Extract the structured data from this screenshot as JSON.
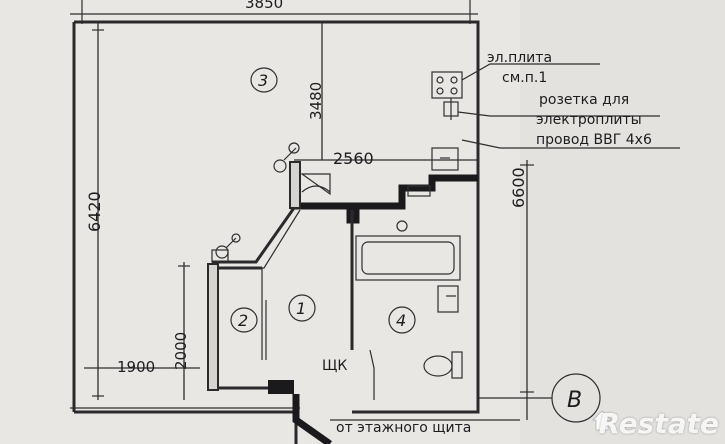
{
  "dimensions": {
    "top_width": "3850",
    "left_height": "6420",
    "kitchen_height": "3480",
    "kitchen_width": "2560",
    "right_height": "6600",
    "closet_height": "2000",
    "bottom_left": "1900"
  },
  "rooms": {
    "r1": "1",
    "r2": "2",
    "r3": "3",
    "r4": "4"
  },
  "annotations": {
    "stove_line1": "эл.плита",
    "stove_line2": "см.п.1",
    "socket_line1": "розетка для",
    "socket_line2": "электроплиты",
    "socket_line3": "провод ВВГ 4х6",
    "panel": "ЩК",
    "from_panel": "от этажного щита"
  },
  "axis": {
    "label": "В"
  },
  "watermark": {
    "brand": "Restate"
  }
}
